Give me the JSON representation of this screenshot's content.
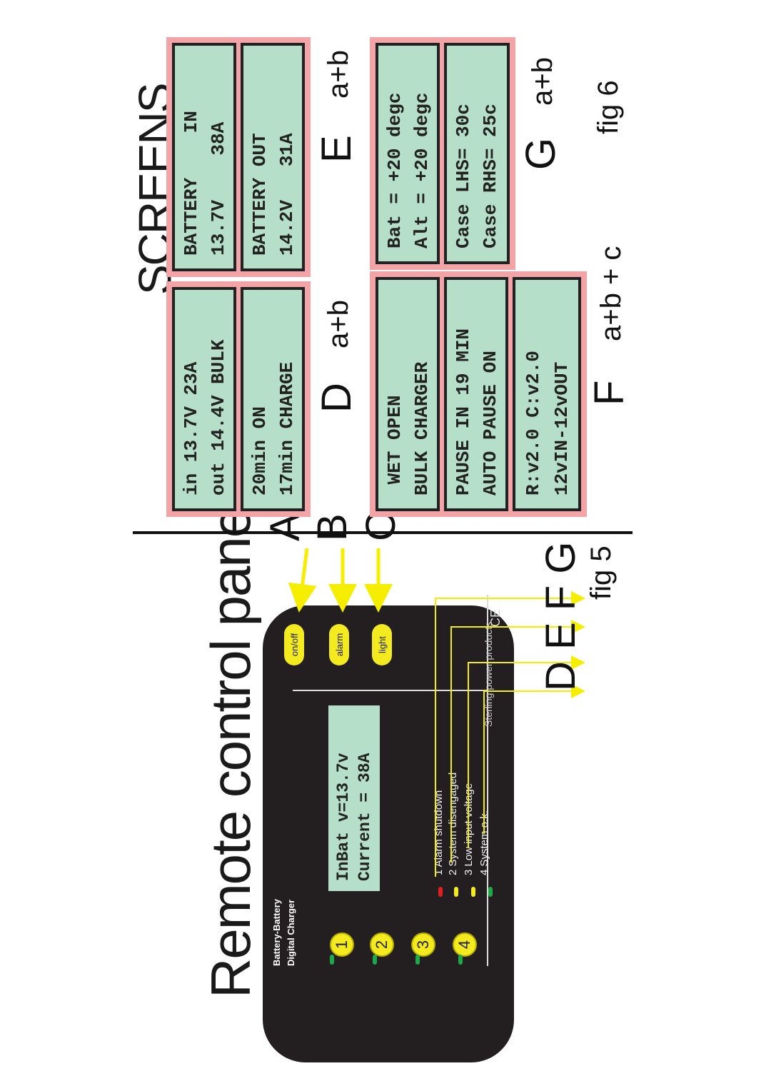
{
  "fig5": {
    "title": "Remote control panel",
    "caption": "fig 5",
    "panel": {
      "brand_line1": "Battery-Battery",
      "brand_line2": "Digital Charger",
      "buttons": [
        "1",
        "2",
        "3",
        "4"
      ],
      "lcd_line1": "InBat v=13.7v",
      "lcd_line2": "Current = 38A",
      "legend": [
        "1 Alarm shutdown",
        "2 System disengaged",
        "3 Low input voltage",
        "4 System o.k."
      ],
      "led_colors": [
        "#e02020",
        "#f3ea1f",
        "#f3ea1f",
        "#1fa84a"
      ],
      "maker": "Sterling power products",
      "ce_mark": "CE",
      "pill_onoff": "on/off",
      "pill_alarm": "alarm",
      "pill_light": "light"
    },
    "callout_a": "A",
    "callout_b": "B",
    "callout_c": "C",
    "callout_defg": "D E F G"
  },
  "fig6": {
    "title": "SCREENS",
    "caption": "fig 6",
    "screen_d": {
      "row1_l1": "in 13.7V 23A",
      "row1_l2": "out 14.4V BULK",
      "row2_l1": "20min ON",
      "row2_l2": "17min CHARGE",
      "letter": "D",
      "keys": "a+b"
    },
    "screen_e": {
      "row1_l1": "BATTERY    IN",
      "row1_l2": "13.7V    38A",
      "row2_l1": "BATTERY OUT",
      "row2_l2": "14.2V   31A",
      "letter": "E",
      "keys": "a+b"
    },
    "screen_f": {
      "row1_l1": " WET OPEN",
      "row1_l2": "BULK CHARGER",
      "row2_l1": "PAUSE IN 19 MIN",
      "row2_l2": "AUTO PAUSE ON",
      "row3_l1": "R:v2.0 C:v2.0",
      "row3_l2": "12vIN-12vOUT",
      "letter": "F",
      "keys": "a+b + c"
    },
    "screen_g": {
      "row1_l1": "Bat = +20 degc",
      "row1_l2": "Alt = +20 degc",
      "row2_l1": "Case LHS= 30c",
      "row2_l2": "Case RHS= 25c",
      "letter": "G",
      "keys": "a+b"
    }
  },
  "colors": {
    "panel": "#231f20",
    "button_yellow": "#f3ea1f",
    "lcd_green": "#b5dfc8",
    "screen_border": "#f2a4a7",
    "arrow_yellow": "#f5ee00"
  }
}
